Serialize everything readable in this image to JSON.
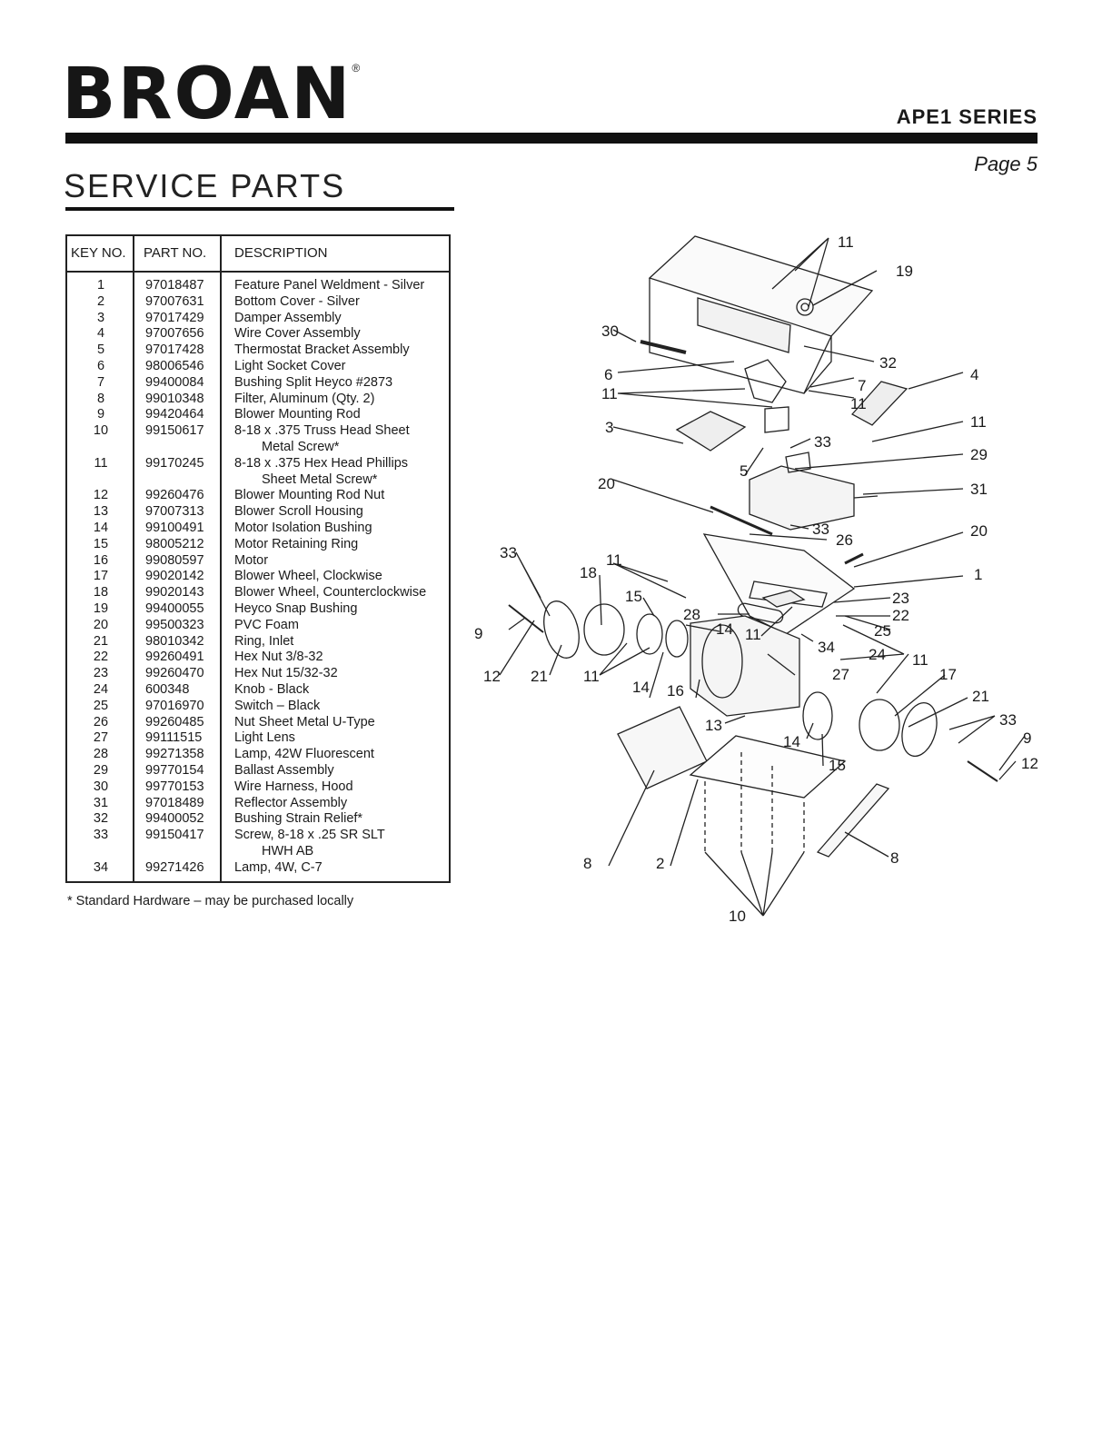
{
  "brand": {
    "logo_text": "BROAN",
    "registered": "®"
  },
  "header": {
    "series": "APE1 SERIES",
    "page": "Page 5",
    "title": "SERVICE PARTS"
  },
  "table": {
    "headers": {
      "key": "KEY NO.",
      "part": "PART NO.",
      "description": "DESCRIPTION"
    },
    "rows": [
      {
        "key": "1",
        "part": "97018487",
        "desc": "Feature Panel Weldment - Silver",
        "desc2": ""
      },
      {
        "key": "2",
        "part": "97007631",
        "desc": "Bottom Cover - Silver",
        "desc2": ""
      },
      {
        "key": "3",
        "part": "97017429",
        "desc": "Damper Assembly",
        "desc2": ""
      },
      {
        "key": "4",
        "part": "97007656",
        "desc": "Wire Cover Assembly",
        "desc2": ""
      },
      {
        "key": "5",
        "part": "97017428",
        "desc": "Thermostat Bracket Assembly",
        "desc2": ""
      },
      {
        "key": "6",
        "part": "98006546",
        "desc": "Light Socket Cover",
        "desc2": ""
      },
      {
        "key": "7",
        "part": "99400084",
        "desc": "Bushing Split Heyco #2873",
        "desc2": ""
      },
      {
        "key": "8",
        "part": "99010348",
        "desc": "Filter, Aluminum (Qty. 2)",
        "desc2": ""
      },
      {
        "key": "9",
        "part": "99420464",
        "desc": "Blower Mounting Rod",
        "desc2": ""
      },
      {
        "key": "10",
        "part": "99150617",
        "desc": "8-18 x .375 Truss Head Sheet",
        "desc2": "Metal Screw*"
      },
      {
        "key": "11",
        "part": "99170245",
        "desc": "8-18 x .375 Hex Head Phillips",
        "desc2": "Sheet Metal Screw*"
      },
      {
        "key": "12",
        "part": "99260476",
        "desc": "Blower Mounting Rod Nut",
        "desc2": ""
      },
      {
        "key": "13",
        "part": "97007313",
        "desc": "Blower Scroll Housing",
        "desc2": ""
      },
      {
        "key": "14",
        "part": "99100491",
        "desc": "Motor Isolation Bushing",
        "desc2": ""
      },
      {
        "key": "15",
        "part": "98005212",
        "desc": "Motor Retaining Ring",
        "desc2": ""
      },
      {
        "key": "16",
        "part": "99080597",
        "desc": "Motor",
        "desc2": ""
      },
      {
        "key": "17",
        "part": "99020142",
        "desc": "Blower Wheel, Clockwise",
        "desc2": ""
      },
      {
        "key": "18",
        "part": "99020143",
        "desc": "Blower Wheel, Counterclockwise",
        "desc2": ""
      },
      {
        "key": "19",
        "part": "99400055",
        "desc": "Heyco Snap Bushing",
        "desc2": ""
      },
      {
        "key": "20",
        "part": "99500323",
        "desc": "PVC Foam",
        "desc2": ""
      },
      {
        "key": "21",
        "part": "98010342",
        "desc": "Ring, Inlet",
        "desc2": ""
      },
      {
        "key": "22",
        "part": "99260491",
        "desc": "Hex Nut 3/8-32",
        "desc2": ""
      },
      {
        "key": "23",
        "part": "99260470",
        "desc": "Hex Nut 15/32-32",
        "desc2": ""
      },
      {
        "key": "24",
        "part": "600348",
        "desc": "Knob - Black",
        "desc2": ""
      },
      {
        "key": "25",
        "part": "97016970",
        "desc": "Switch – Black",
        "desc2": ""
      },
      {
        "key": "26",
        "part": "99260485",
        "desc": "Nut Sheet Metal U-Type",
        "desc2": ""
      },
      {
        "key": "27",
        "part": "99111515",
        "desc": "Light Lens",
        "desc2": ""
      },
      {
        "key": "28",
        "part": "99271358",
        "desc": "Lamp, 42W Fluorescent",
        "desc2": ""
      },
      {
        "key": "29",
        "part": "99770154",
        "desc": "Ballast Assembly",
        "desc2": ""
      },
      {
        "key": "30",
        "part": "99770153",
        "desc": "Wire Harness, Hood",
        "desc2": ""
      },
      {
        "key": "31",
        "part": "97018489",
        "desc": "Reflector Assembly",
        "desc2": ""
      },
      {
        "key": "32",
        "part": "99400052",
        "desc": "Bushing Strain Relief*",
        "desc2": ""
      },
      {
        "key": "33",
        "part": "99150417",
        "desc": "Screw, 8-18 x .25 SR SLT",
        "desc2": "HWH AB"
      },
      {
        "key": "34",
        "part": "99271426",
        "desc": "Lamp, 4W, C-7",
        "desc2": ""
      }
    ]
  },
  "footnote": "* Standard Hardware – may be purchased locally",
  "diagram_callouts": [
    {
      "id": "c1",
      "text": "11"
    },
    {
      "id": "c2",
      "text": "19"
    },
    {
      "id": "c3",
      "text": "30"
    },
    {
      "id": "c4",
      "text": "32"
    },
    {
      "id": "c5",
      "text": "6"
    },
    {
      "id": "c6",
      "text": "11"
    },
    {
      "id": "c7",
      "text": "7"
    },
    {
      "id": "c8",
      "text": "11"
    },
    {
      "id": "c9",
      "text": "4"
    },
    {
      "id": "c10",
      "text": "3"
    },
    {
      "id": "c11",
      "text": "11"
    },
    {
      "id": "c12",
      "text": "33"
    },
    {
      "id": "c13",
      "text": "29"
    },
    {
      "id": "c14",
      "text": "5"
    },
    {
      "id": "c15",
      "text": "31"
    },
    {
      "id": "c16",
      "text": "20"
    },
    {
      "id": "c17",
      "text": "33"
    },
    {
      "id": "c18",
      "text": "26"
    },
    {
      "id": "c19",
      "text": "20"
    },
    {
      "id": "c20",
      "text": "33"
    },
    {
      "id": "c21",
      "text": "11"
    },
    {
      "id": "c22",
      "text": "18"
    },
    {
      "id": "c23",
      "text": "1"
    },
    {
      "id": "c24",
      "text": "15"
    },
    {
      "id": "c25",
      "text": "23"
    },
    {
      "id": "c26",
      "text": "28"
    },
    {
      "id": "c27",
      "text": "22"
    },
    {
      "id": "c28",
      "text": "9"
    },
    {
      "id": "c29",
      "text": "14"
    },
    {
      "id": "c30",
      "text": "11"
    },
    {
      "id": "c31",
      "text": "25"
    },
    {
      "id": "c32",
      "text": "34"
    },
    {
      "id": "c33",
      "text": "24"
    },
    {
      "id": "c34",
      "text": "11"
    },
    {
      "id": "c35",
      "text": "12"
    },
    {
      "id": "c36",
      "text": "21"
    },
    {
      "id": "c37",
      "text": "11"
    },
    {
      "id": "c38",
      "text": "27"
    },
    {
      "id": "c39",
      "text": "17"
    },
    {
      "id": "c40",
      "text": "14"
    },
    {
      "id": "c41",
      "text": "16"
    },
    {
      "id": "c42",
      "text": "21"
    },
    {
      "id": "c43",
      "text": "33"
    },
    {
      "id": "c44",
      "text": "13"
    },
    {
      "id": "c45",
      "text": "9"
    },
    {
      "id": "c46",
      "text": "14"
    },
    {
      "id": "c47",
      "text": "12"
    },
    {
      "id": "c48",
      "text": "15"
    },
    {
      "id": "c49",
      "text": "8"
    },
    {
      "id": "c50",
      "text": "2"
    },
    {
      "id": "c51",
      "text": "8"
    },
    {
      "id": "c52",
      "text": "10"
    }
  ]
}
